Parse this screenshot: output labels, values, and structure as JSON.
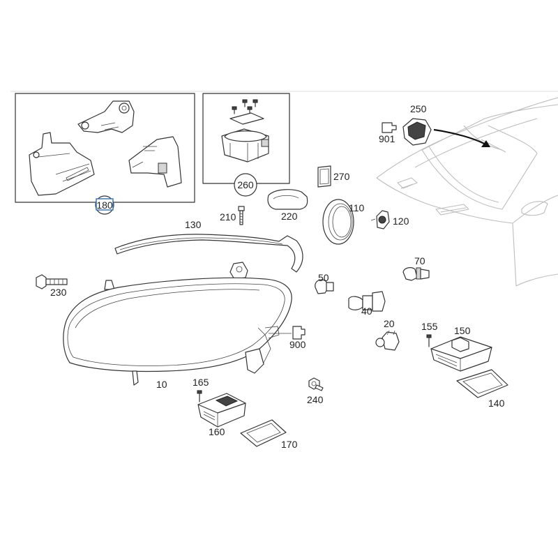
{
  "diagram": {
    "labels": {
      "l10": "10",
      "l20": "20",
      "l40": "40",
      "l50": "50",
      "l70": "70",
      "l110": "110",
      "l120": "120",
      "l130": "130",
      "l140": "140",
      "l150": "150",
      "l155": "155",
      "l160": "160",
      "l165": "165",
      "l170": "170",
      "l180": "180",
      "l210": "210",
      "l220": "220",
      "l230": "230",
      "l240": "240",
      "l250": "250",
      "l260": "260",
      "l270": "270",
      "l900": "900",
      "l901": "901"
    },
    "selected_label": "180",
    "colors": {
      "line": "#333333",
      "car_outline": "#bdbdbd",
      "selection": "#2a6ebb"
    }
  }
}
